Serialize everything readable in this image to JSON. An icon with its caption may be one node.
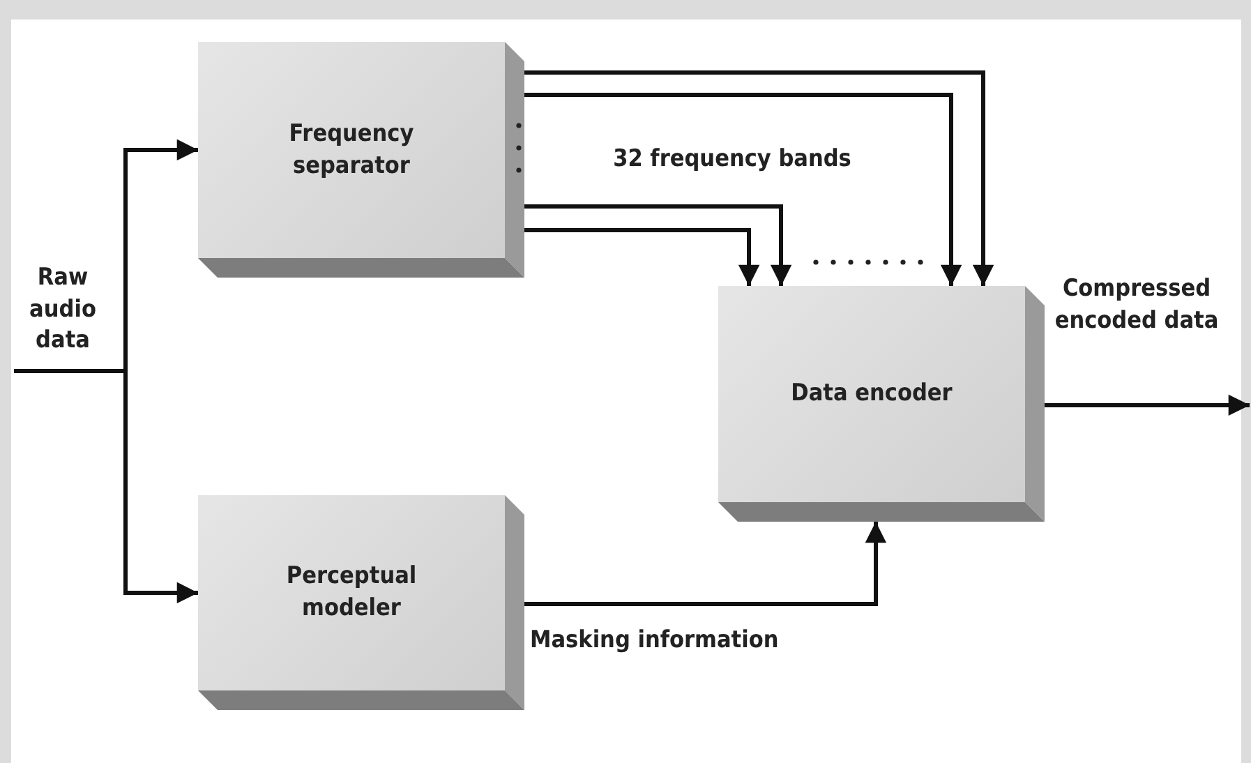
{
  "diagram": {
    "nodes": [
      {
        "text": [
          "Raw audio data"
        ]
      },
      {
        "text": [
          "Frequency separator"
        ]
      },
      {
        "text": [
          "Perceptual modeler"
        ]
      },
      {
        "text": [
          "Data encoder"
        ]
      }
    ],
    "edges": [
      {
        "from": 0,
        "to": 1,
        "arrow": "to"
      },
      {
        "from": 0,
        "to": 2,
        "arrow": "to"
      },
      {
        "from": 1,
        "to": 3,
        "arrow": "to"
      },
      {
        "from": 1,
        "to": 3,
        "arrow": "to"
      },
      {
        "from": 1,
        "to": 3,
        "arrow": "to"
      },
      {
        "from": 1,
        "to": 3,
        "arrow": "to"
      },
      {
        "from": 2,
        "to": 3,
        "arrow": "to",
        "label": "Masking information"
      },
      {
        "from": 3,
        "to": null,
        "arrow": "to",
        "label": "Compressed encoded data"
      }
    ],
    "labels": [
      "32 frequency bands"
    ]
  }
}
